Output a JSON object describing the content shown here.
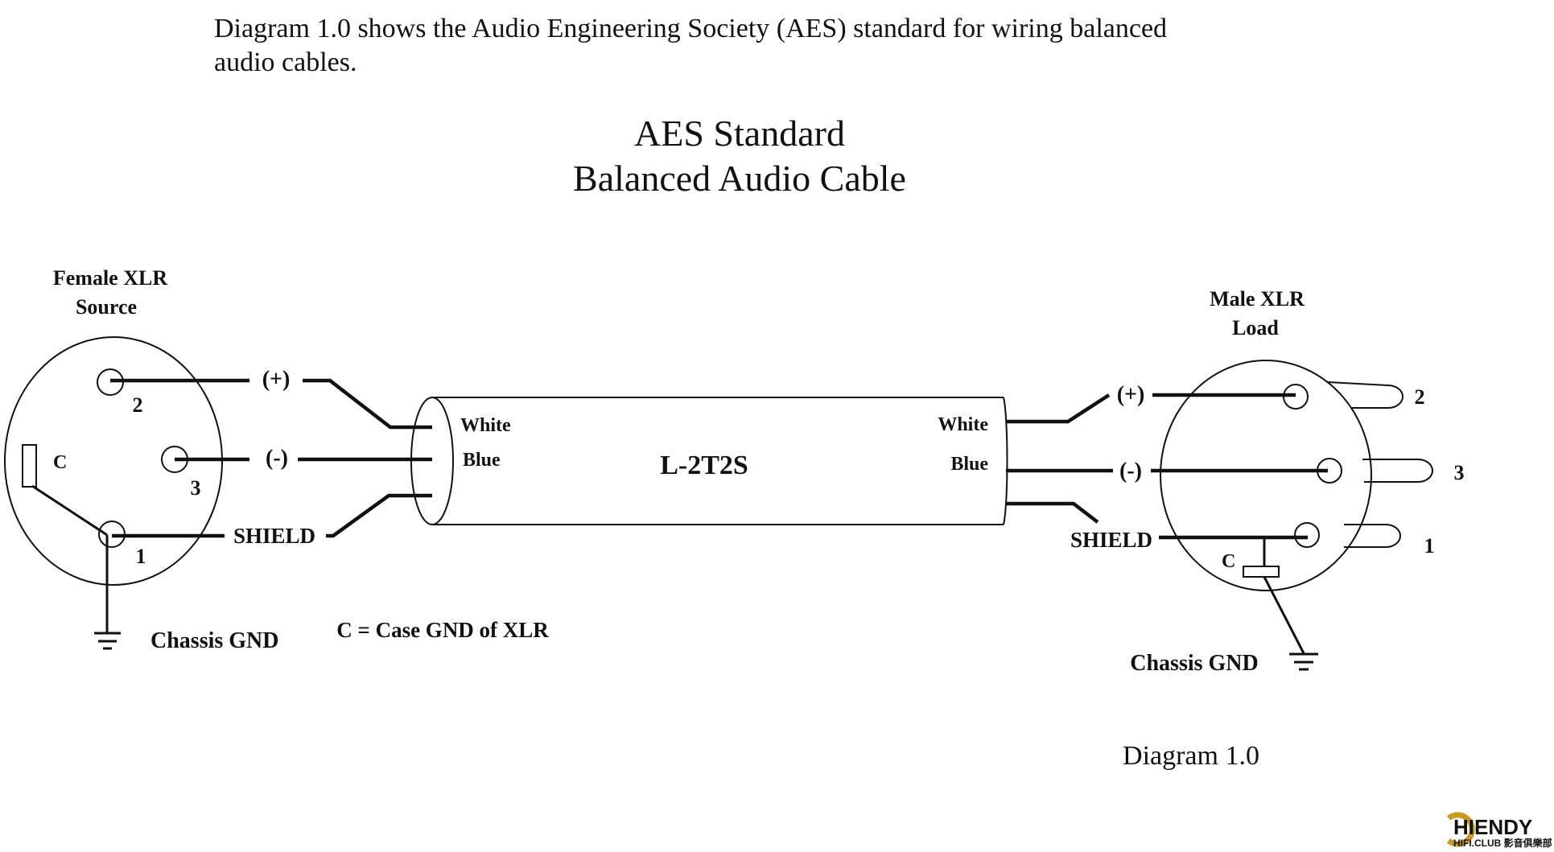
{
  "intro_text": {
    "line1": "Diagram 1.0 shows the Audio Engineering Society (AES) standard for wiring balanced",
    "line2": "audio cables."
  },
  "title": {
    "line1": "AES Standard",
    "line2": "Balanced Audio Cable"
  },
  "female_connector": {
    "label_line1": "Female XLR",
    "label_line2": "Source",
    "pin_2": "2",
    "pin_3": "3",
    "pin_1": "1",
    "case_label": "C"
  },
  "male_connector": {
    "label_line1": "Male XLR",
    "label_line2": "Load",
    "pin_2": "2",
    "pin_3": "3",
    "pin_1": "1",
    "case_label": "C"
  },
  "signals": {
    "positive": "(+)",
    "negative": "(-)",
    "shield": "SHIELD"
  },
  "cable": {
    "model": "L-2T2S",
    "left_white": "White",
    "left_blue": "Blue",
    "right_white": "White",
    "right_blue": "Blue"
  },
  "ground": {
    "left_label": "Chassis GND",
    "right_label": "Chassis GND"
  },
  "legend": "C = Case GND of XLR",
  "caption": "Diagram 1.0",
  "logo": {
    "name": "HIENDY",
    "sub": "HIFI.CLUB 影音俱樂部"
  }
}
